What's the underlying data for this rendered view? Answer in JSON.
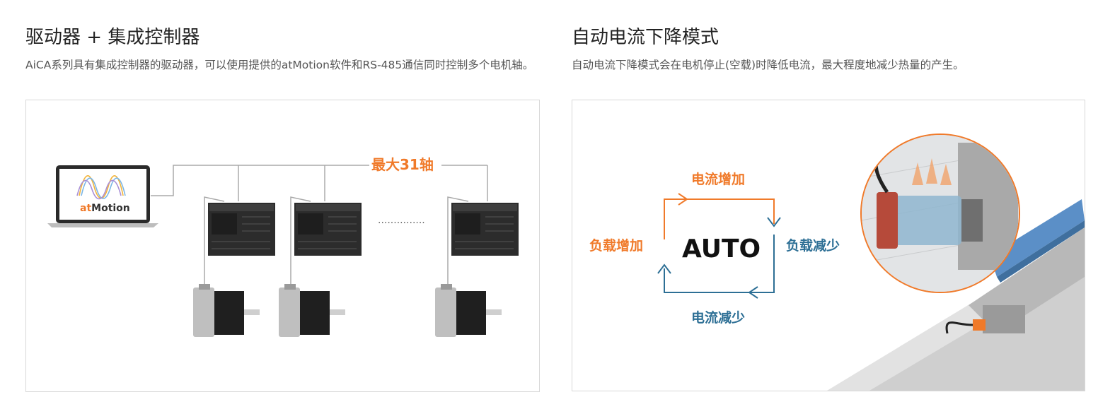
{
  "left": {
    "title": "驱动器 + 集成控制器",
    "description": "AiCA系列具有集成控制器的驱动器，可以使用提供的atMotion软件和RS-485通信同时控制多个电机轴。",
    "diagram": {
      "axis_label": "最大31轴",
      "software_logo_prefix": "at",
      "software_logo_suffix": "Motion",
      "ellipsis": "···············"
    }
  },
  "right": {
    "title": "自动电流下降模式",
    "description": "自动电流下降模式会在电机停止(空载)时降低电流，最大程度地减少热量的产生。",
    "diagram": {
      "center_label": "AUTO",
      "top_label": "电流增加",
      "left_label": "负载增加",
      "right_label": "负载减少",
      "bottom_label": "电流减少"
    }
  },
  "colors": {
    "orange": "#f07a2a",
    "blue": "#2d6f95",
    "line_gray": "#aaaaaa",
    "frame_border": "#d8d8d8"
  }
}
